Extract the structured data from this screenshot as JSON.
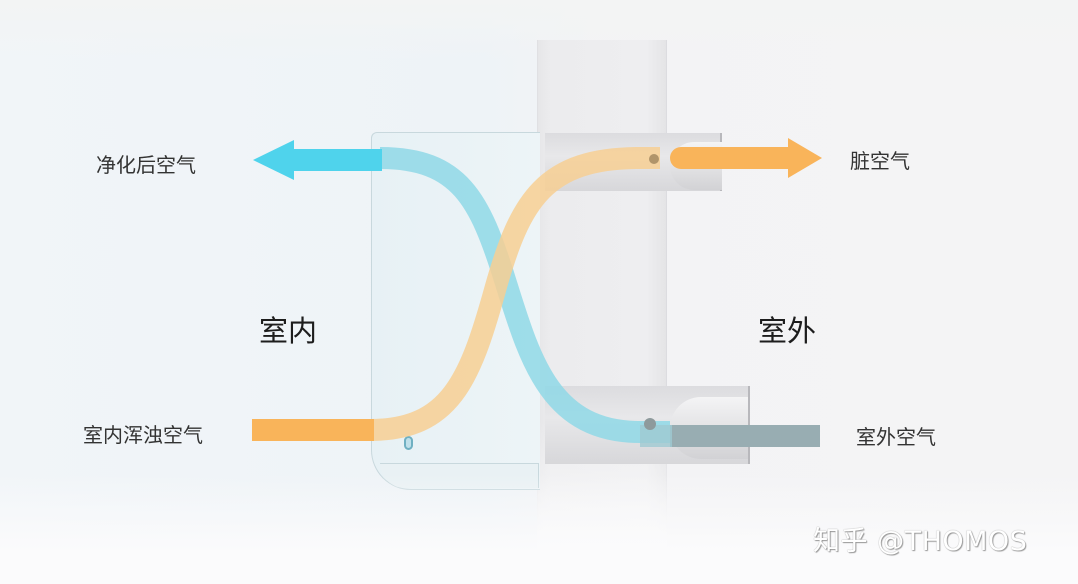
{
  "diagram": {
    "title_regions": {
      "indoor": "室内",
      "outdoor": "室外"
    },
    "flows": [
      {
        "id": "purified-air",
        "label": "净化后空气",
        "direction": "to-indoor",
        "color": "#4fd3ec"
      },
      {
        "id": "dirty-air",
        "label": "脏空气",
        "direction": "to-outdoor",
        "color": "#f9b45a"
      },
      {
        "id": "indoor-turbid-air",
        "label": "室内浑浊空气",
        "direction": "from-indoor",
        "color": "#f9b45a"
      },
      {
        "id": "outdoor-air",
        "label": "室外空气",
        "direction": "from-outdoor",
        "color": "#98adb2"
      }
    ],
    "colors": {
      "cool_stream": "#8fd8e6",
      "warm_stream": "#f7cf93",
      "cool_arrow": "#4fd3ec",
      "warm_arrow": "#f9b45a",
      "outdoor_inlet": "#98adb2"
    }
  },
  "watermark": "知乎 @THOMOS"
}
